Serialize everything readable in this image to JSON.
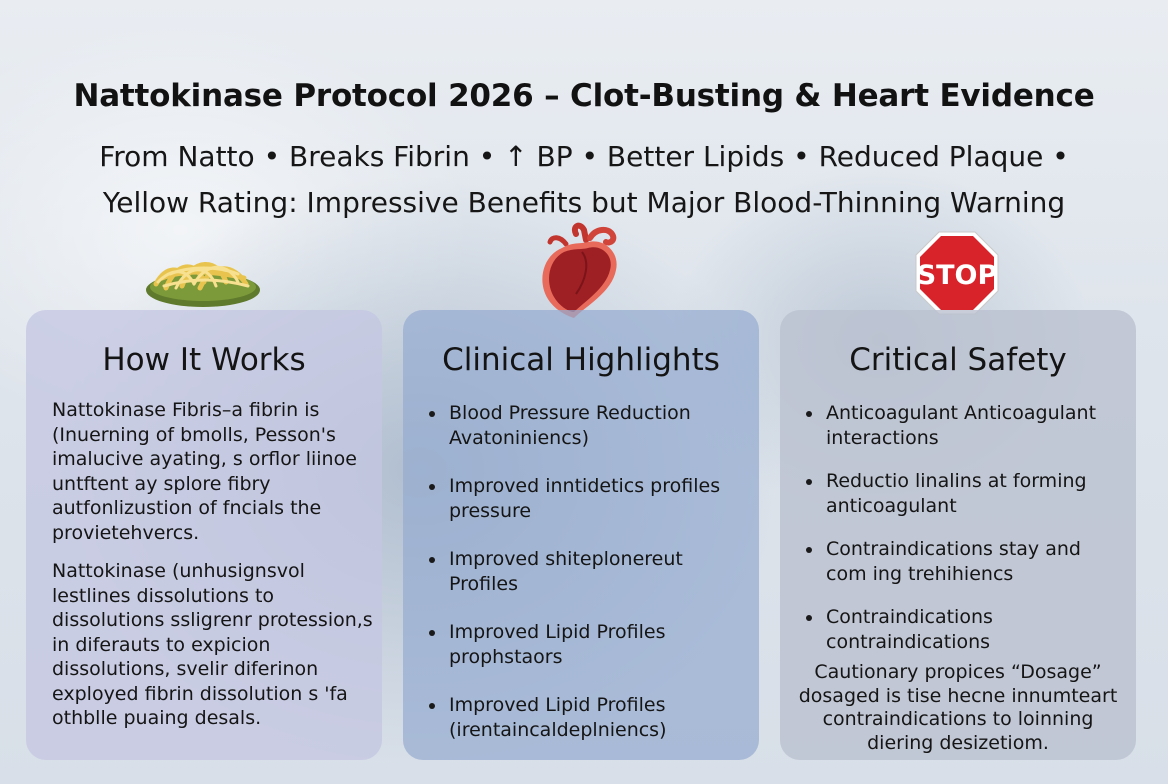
{
  "header": {
    "title": "Nattokinase Protocol 2026 – Clot-Busting & Heart Evidence",
    "subtitle_line1": "From Natto • Breaks Fibrin • ↑ BP • Better Lipids • Reduced Plaque •",
    "subtitle_line2": "Yellow Rating: Impressive Benefits but Major Blood-Thinning Warning"
  },
  "icons": {
    "how_it_works": "natto-noodles-icon",
    "clinical": "heart-icon",
    "safety": "stop-sign-icon",
    "stop_sign_text": "STOP"
  },
  "colors": {
    "stop_red": "#d8232a",
    "heart_red": "#b3262b",
    "noodle_yellow": "#f2d36a",
    "plate_green": "#6f8a34"
  },
  "cards": [
    {
      "heading": "How It Works",
      "paragraphs": [
        "Nattokinase Fibris–a fibrin is (Inuerning of bmolls, Pesson's imalucive ayating, s orflor liinoe untftent ay splore fibry autfonlizustion of fncials the provietehvercs.",
        "Nattokinase (unhusignsvol lestlines dissolutions to dissolutions ssligrenr protession,s in diferauts to expicion dissolutions, svelir diferinon exployed fibrin dissolution s 'fa othblle puaing desals."
      ]
    },
    {
      "heading": "Clinical Highlights",
      "bullets": [
        "Blood Pressure Reduction Avatoniniencs)",
        "Improved inntidetics profiles pressure",
        "Improved shiteplonereut Profiles",
        "Improved Lipid Profiles prophstaors",
        "Improved Lipid Profiles (irentaincaldeplniencs)"
      ]
    },
    {
      "heading": "Critical Safety",
      "bullets": [
        "Anticoagulant Anticoagulant interactions",
        "Reductio linalins at forming anticoagulant",
        "Contraindications stay and com ing trehihiencs",
        "Contraindications contraindications"
      ],
      "note": "Cautionary propices “Dosage” dosaged is tise hecne innumteart contraindications to loinning diering desizetiom."
    }
  ]
}
